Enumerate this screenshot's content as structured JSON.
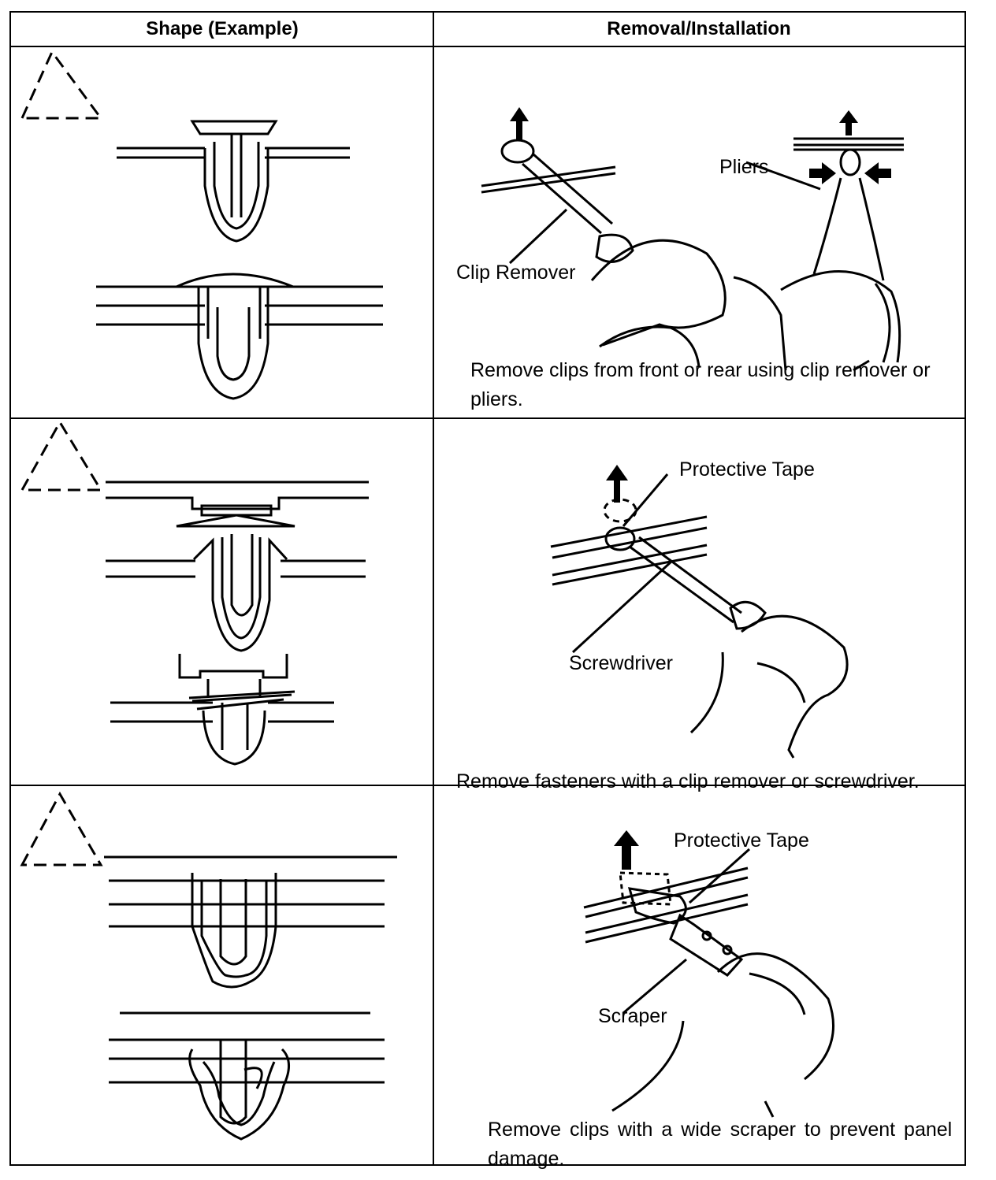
{
  "table": {
    "headers": {
      "shape": "Shape (Example)",
      "removal": "Removal/Installation"
    },
    "rows": [
      {
        "labels": {
          "clip_remover": "Clip Remover",
          "pliers": "Pliers"
        },
        "caption": "Remove clips from front or rear using clip remover or pliers."
      },
      {
        "labels": {
          "protective_tape": "Protective Tape",
          "screwdriver": "Screwdriver"
        },
        "caption": "Remove fasteners with a clip remover or screwdriver."
      },
      {
        "labels": {
          "protective_tape": "Protective Tape",
          "scraper": "Scraper"
        },
        "caption": "Remove clips with a wide scraper to prevent panel damage."
      }
    ]
  }
}
